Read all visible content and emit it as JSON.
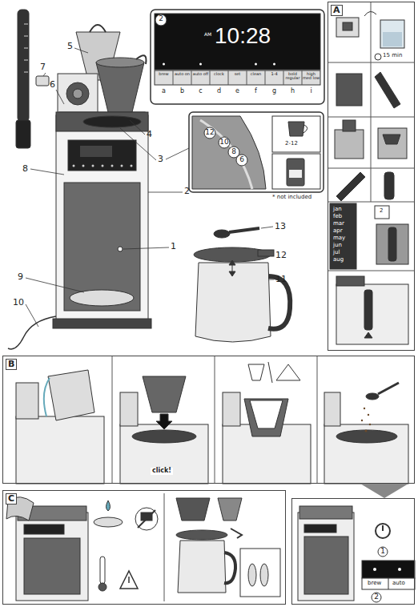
{
  "diagram": {
    "nodes": [
      {
        "text": [
          "A"
        ]
      },
      {
        "text": [
          "B"
        ]
      },
      {
        "text": [
          "C"
        ]
      },
      {
        "text": [
          "brew",
          "auto"
        ]
      }
    ],
    "edges": [
      {
        "from": 1,
        "to": 3,
        "arrow": "to"
      }
    ],
    "labels": [
      "5",
      "7",
      "6",
      "4",
      "8",
      "3",
      "2",
      "1",
      "9",
      "10",
      "13",
      "12",
      "11",
      "2",
      "AM",
      "10:28",
      "brew",
      "auto on",
      "auto off",
      "clock",
      "set",
      "clean",
      "1-4",
      "bold regular",
      "high med low",
      "a",
      "b",
      "c",
      "d",
      "e",
      "f",
      "g",
      "h",
      "i",
      "12",
      "10",
      "8",
      "6",
      "2-12",
      "* not included",
      "15 min",
      "jan",
      "feb",
      "mar",
      "apr",
      "may",
      "jun",
      "jul",
      "aug",
      "2",
      "click!",
      "1",
      "2"
    ]
  }
}
